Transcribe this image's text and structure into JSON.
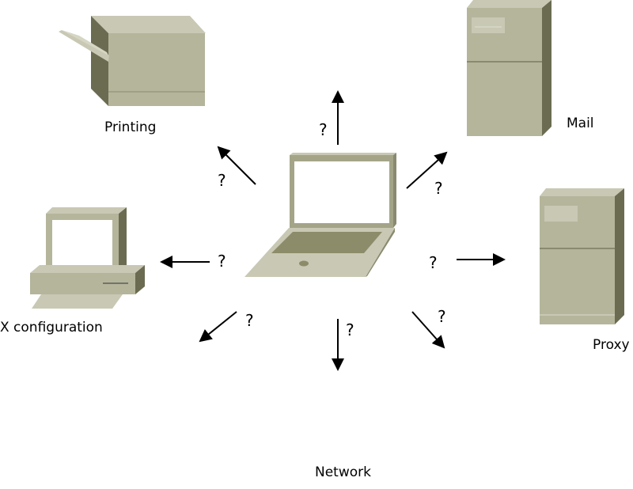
{
  "labels": {
    "printing": "Printing",
    "mail": "Mail",
    "xconfig": "X configuration",
    "proxy": "Proxy",
    "network": "Network"
  },
  "question_mark": "?",
  "colors": {
    "front": "#b5b59c",
    "top": "#c8c8b4",
    "side": "#6b6b52",
    "dark": "#8a8a68",
    "screen": "#ffffff"
  }
}
